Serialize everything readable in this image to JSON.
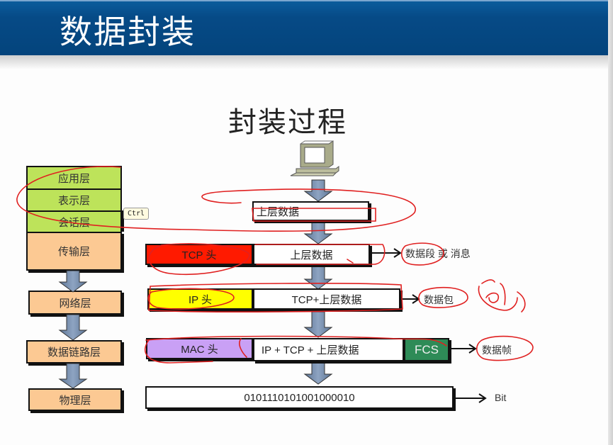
{
  "header": {
    "title": "数据封装"
  },
  "diagram": {
    "title": "封装过程",
    "osi_layers": [
      {
        "label": "应用层",
        "color": "#bde35a"
      },
      {
        "label": "表示层",
        "color": "#bde35a"
      },
      {
        "label": "会话层",
        "color": "#bde35a"
      },
      {
        "label": "传输层",
        "color": "#fcc993"
      },
      {
        "label": "网络层",
        "color": "#fcc993"
      },
      {
        "label": "数据链路层",
        "color": "#fcc993"
      },
      {
        "label": "物理层",
        "color": "#fcc993"
      }
    ],
    "tooltip": "Ctrl",
    "rows": [
      {
        "segments": [
          {
            "label": "上层数据",
            "color": "#ffffff"
          }
        ],
        "output": ""
      },
      {
        "segments": [
          {
            "label": "TCP 头",
            "color": "#ff1a00"
          },
          {
            "label": "上层数据",
            "color": "#ffffff"
          }
        ],
        "output": "数据段",
        "output_extra": "或 消息"
      },
      {
        "segments": [
          {
            "label": "IP 头",
            "color": "#ffff00"
          },
          {
            "label": "TCP+上层数据",
            "color": "#ffffff"
          }
        ],
        "output": "数据包"
      },
      {
        "segments": [
          {
            "label": "MAC 头",
            "color": "#c9a0f5"
          },
          {
            "label": "IP + TCP + 上层数据",
            "color": "#ffffff"
          },
          {
            "label": "FCS",
            "color": "#2e8b57"
          }
        ],
        "output": "数据帧"
      },
      {
        "segments": [
          {
            "label": "0101110101001000010",
            "color": "#ffffff"
          }
        ],
        "output": "Bit"
      }
    ],
    "handwritten_note": "包"
  }
}
